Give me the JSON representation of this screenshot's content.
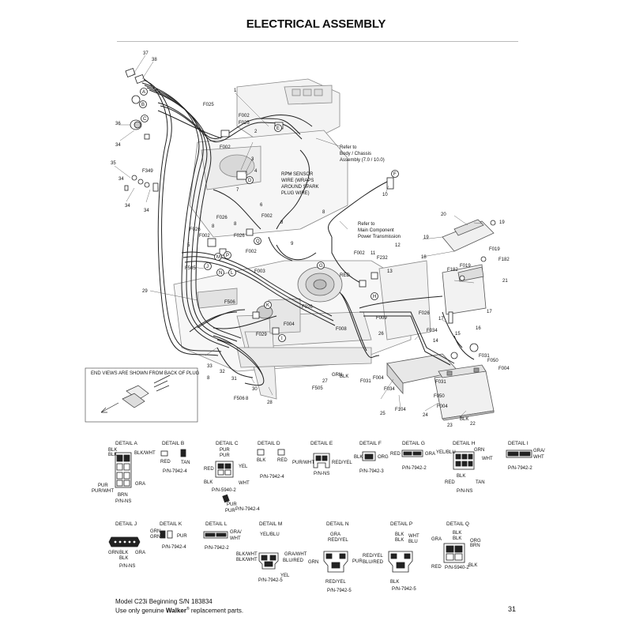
{
  "page": {
    "title": "ELECTRICAL ASSEMBLY",
    "footer_model": "Model C23i Beginning S/N 183834",
    "footer_note_pre": "Use only genuine ",
    "footer_brand": "Walker",
    "footer_reg": "®",
    "footer_note_post": " replacement parts.",
    "page_number": "31"
  },
  "notes": {
    "body_chassis": [
      "Refer to",
      "Body / Chassis",
      "Assembly (7.0 / 10.0)"
    ],
    "rpm_sensor": [
      "RPM SENSOR",
      "WIRE (WRAPS",
      "AROUND SPARK",
      "PLUG WIRE)"
    ],
    "main_component": [
      "Refer to",
      "Main Component",
      "Power Transmission"
    ],
    "end_views": "END VIEWS ARE SHOWN FROM BACK OF PLUG"
  },
  "callouts": {
    "c37": "37",
    "c38": "38",
    "c36": "36",
    "c34a": "34",
    "c34b": "34",
    "c35": "35",
    "c34c": "34",
    "c34d": "34",
    "c1": "1",
    "c2": "2",
    "c3": "3",
    "c4": "4",
    "c5": "5",
    "c6": "6",
    "c7": "7",
    "c8a": "8",
    "c8b": "8",
    "c8c": "8",
    "c9": "9",
    "c10": "10",
    "c11": "11",
    "c12": "12",
    "c13": "13",
    "c14": "14",
    "c15": "15",
    "c16": "16",
    "c17": "17",
    "c18": "18",
    "c19a": "19",
    "c19b": "19",
    "c20": "20",
    "c21": "21",
    "c22": "22",
    "c23": "23",
    "c24": "24",
    "c25": "25",
    "c26": "26",
    "c27": "27",
    "c28": "28",
    "c29": "29",
    "c30": "30",
    "c31": "31",
    "c32": "32",
    "c33": "33",
    "F025": "F025",
    "F002a": "F002",
    "F025b": "F025",
    "F002b": "F002",
    "F349": "F349",
    "F026a": "F026",
    "F026b": "F026",
    "F026c": "F026",
    "F002c": "F002",
    "F002d": "F002",
    "F002e": "F002",
    "F505a": "F505",
    "F506a": "F506",
    "F026d": "F026",
    "F003": "F003",
    "F004a": "F004",
    "F029": "F029",
    "F008": "F008",
    "F009": "F009",
    "F034a": "F034",
    "F026e": "F026",
    "F031a": "F031",
    "F034b": "F034",
    "F104": "F104",
    "F505b": "F505",
    "F506b": "F506",
    "F002f": "F002",
    "F232": "F232",
    "F019a": "F019",
    "F019b": "F019",
    "F182a": "F182",
    "F182b": "F182",
    "F031b": "F031",
    "F050a": "F050",
    "F004b": "F004",
    "F050b": "F050",
    "F004c": "F004",
    "F031c": "F031"
  },
  "circle_letters": [
    "A",
    "B",
    "C",
    "D",
    "E",
    "F",
    "G",
    "H",
    "I",
    "J",
    "K",
    "L",
    "M",
    "N",
    "P",
    "Q"
  ],
  "wire_labels": {
    "red": "RED",
    "blk": "BLK",
    "grn": "GRN"
  },
  "details": {
    "A": {
      "title": "DETAIL A",
      "labels": [
        "BLK",
        "BLK",
        "BLK/WHT",
        "GRA",
        "PUR",
        "PUR/WHT",
        "BRN",
        "P/N-NS"
      ]
    },
    "B": {
      "title": "DETAIL B",
      "labels": [
        "RED",
        "TAN",
        "P/N-7942-4"
      ]
    },
    "C": {
      "title": "DETAIL C",
      "labels": [
        "PUR",
        "PUR",
        "RED",
        "YEL",
        "BLK",
        "WHT",
        "P/N-5940-2"
      ]
    },
    "C2": {
      "labels": [
        "PUR",
        "PUR",
        "P/N-7942-4"
      ]
    },
    "D": {
      "title": "DETAIL D",
      "labels": [
        "BLK",
        "RED",
        "P/N-7942-4"
      ]
    },
    "E": {
      "title": "DETAIL E",
      "labels": [
        "PUR/WHT",
        "RED/YEL",
        "P/N-NS"
      ]
    },
    "F": {
      "title": "DETAIL F",
      "labels": [
        "BLK",
        "ORG",
        "P/N-7942-3"
      ]
    },
    "G": {
      "title": "DETAIL G",
      "labels": [
        "RED",
        "GRA",
        "P/N-7942-2"
      ]
    },
    "H": {
      "title": "DETAIL H",
      "labels": [
        "YEL/BLU",
        "GRN",
        "WHT",
        "RED",
        "TAN",
        "BLK",
        "P/N-NS"
      ]
    },
    "I": {
      "title": "DETAIL I",
      "labels": [
        "GRA/",
        "WHT",
        "P/N-7942-2"
      ]
    },
    "J": {
      "title": "DETAIL J",
      "labels": [
        "GRN",
        "BLK",
        "BLK",
        "GRA",
        "P/N-NS"
      ]
    },
    "K": {
      "title": "DETAIL K",
      "labels": [
        "GRN",
        "GRN",
        "PUR",
        "P/N-7942-4"
      ]
    },
    "L": {
      "title": "DETAIL L",
      "labels": [
        "GRA/",
        "WHT",
        "P/N-7942-2"
      ]
    },
    "M": {
      "title": "DETAIL M",
      "labels": [
        "YEL/BLU",
        "BLK/WHT",
        "BLK/WHT",
        "GRA/WHT",
        "BLU/RED",
        "YEL",
        "P/N-7942-5"
      ]
    },
    "N": {
      "title": "DETAIL N",
      "labels": [
        "GRA",
        "RED/YEL",
        "GRN",
        "PUR",
        "RED/YEL",
        "P/N-7942-5"
      ]
    },
    "P": {
      "title": "DETAIL P",
      "labels": [
        "BLK",
        "BLK",
        "WHT",
        "BLU",
        "RED/YEL",
        "BLU/RED",
        "BLK",
        "P/N-7942-5"
      ]
    },
    "Q": {
      "title": "DETAIL Q",
      "labels": [
        "BLK",
        "BLK",
        "GRA",
        "ORG",
        "BRN",
        "RED",
        "BLK",
        "P/N-5940-2"
      ]
    }
  }
}
